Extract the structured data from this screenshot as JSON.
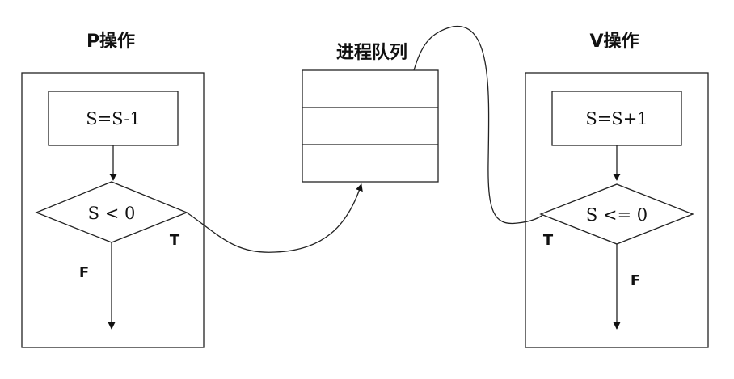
{
  "p_operation": {
    "title": "P操作",
    "step": "S=S-1",
    "condition": "S < 0",
    "true_label": "T",
    "false_label": "F"
  },
  "process_queue": {
    "title": "进程队列"
  },
  "v_operation": {
    "title": "V操作",
    "step": "S=S+1",
    "condition": "S <= 0",
    "true_label": "T",
    "false_label": "F"
  }
}
